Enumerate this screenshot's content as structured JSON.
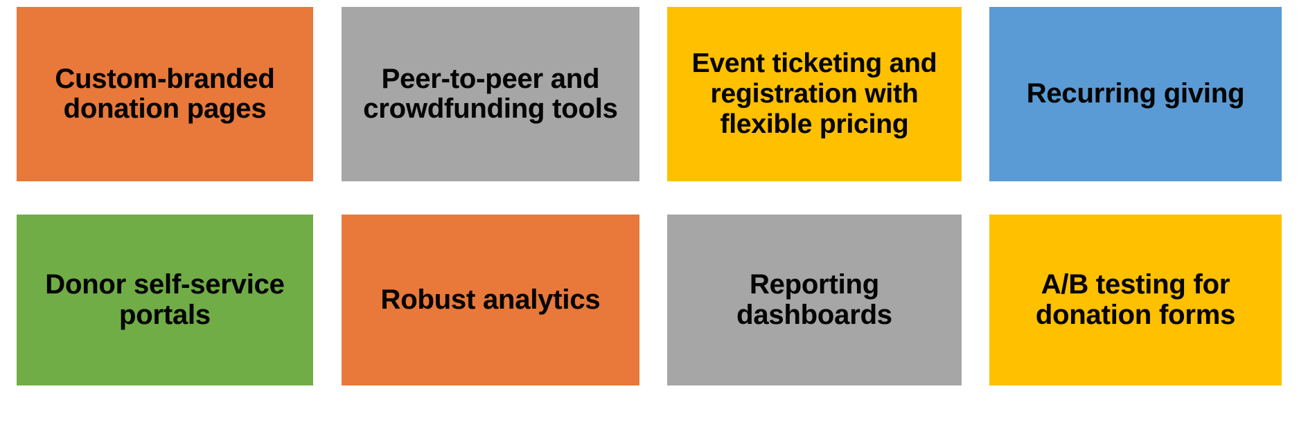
{
  "background_color": "#FFFFFF",
  "layout": {
    "type": "grid",
    "columns": 4,
    "rows": 2,
    "total_cards": 8
  },
  "palette": {
    "orange": "#E8793A",
    "gray": "#A6A6A6",
    "yellow": "#FFC000",
    "blue": "#5B9BD5",
    "green": "#70AD47",
    "text": "#050505"
  },
  "cards": [
    {
      "id": "custom-branded-donation-pages",
      "label": "Custom-branded\ndonation pages",
      "color": "#E8793A",
      "color_name": "orange",
      "row": 1,
      "column": 1,
      "lines": 2
    },
    {
      "id": "peer-to-peer-and-crowdfunding-tools",
      "label": "Peer-to-peer and\ncrowdfunding tools",
      "color": "#A6A6A6",
      "color_name": "gray",
      "row": 1,
      "column": 2,
      "lines": 2
    },
    {
      "id": "event-ticketing-and-registration-with-flexible-pricing",
      "label": "Event ticketing and\nregistration with\nflexible pricing",
      "color": "#FFC000",
      "color_name": "yellow",
      "row": 1,
      "column": 3,
      "lines": 3
    },
    {
      "id": "recurring-giving",
      "label": "Recurring giving",
      "color": "#5B9BD5",
      "color_name": "blue",
      "row": 1,
      "column": 4,
      "lines": 1
    },
    {
      "id": "donor-self-service-portals",
      "label": "Donor self-service\nportals",
      "color": "#70AD47",
      "color_name": "green",
      "row": 2,
      "column": 1,
      "lines": 2
    },
    {
      "id": "robust-analytics",
      "label": "Robust analytics",
      "color": "#E8793A",
      "color_name": "orange",
      "row": 2,
      "column": 2,
      "lines": 1
    },
    {
      "id": "reporting-dashboards",
      "label": "Reporting\ndashboards",
      "color": "#A6A6A6",
      "color_name": "gray",
      "row": 2,
      "column": 3,
      "lines": 2
    },
    {
      "id": "ab-testing-for-donation-forms",
      "label": "A/B testing for\ndonation forms",
      "color": "#FFC000",
      "color_name": "yellow",
      "row": 2,
      "column": 4,
      "lines": 2
    }
  ]
}
